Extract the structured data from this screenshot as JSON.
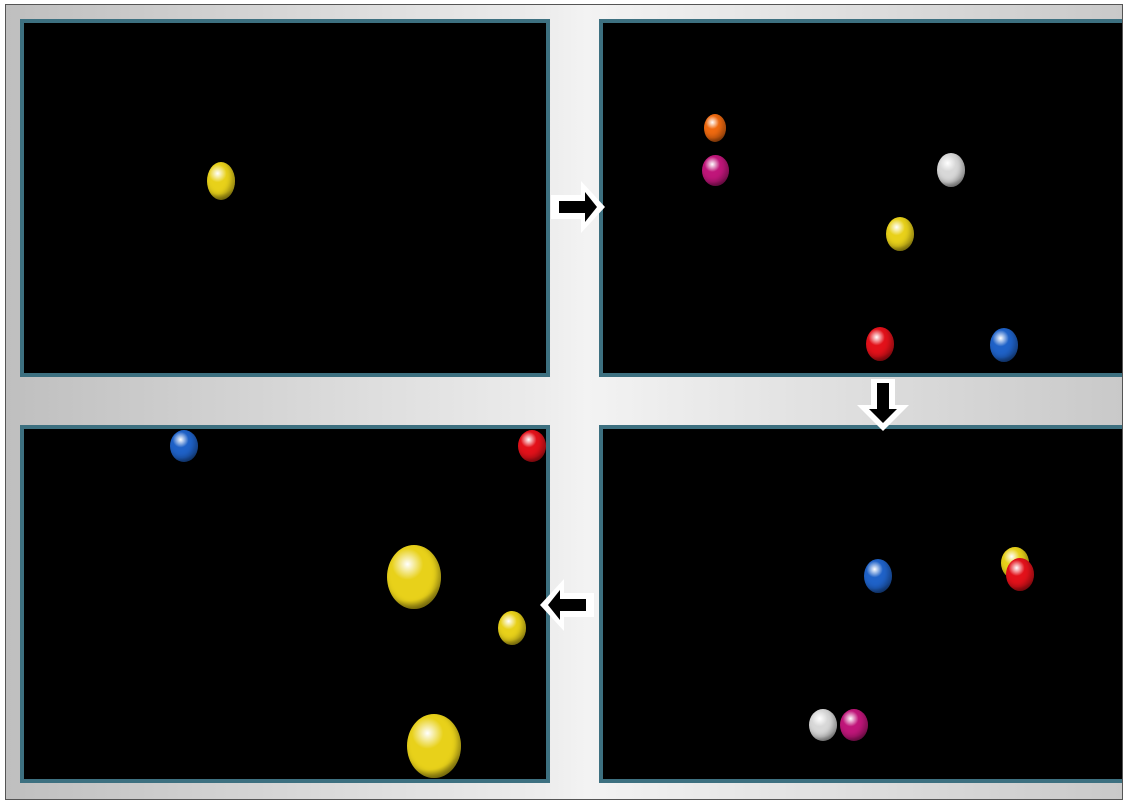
{
  "colors": {
    "yellow": "#e8d11a",
    "orange": "#f06a10",
    "magenta": "#c0167a",
    "white": "#d8d8d8",
    "red": "#e3111a",
    "blue": "#1f62c8",
    "panel_border": "#3d7080",
    "panel_bg": "#000000"
  },
  "sequence": [
    "panel-1",
    "panel-2",
    "panel-3",
    "panel-4"
  ],
  "panels": [
    {
      "name": "panel-1",
      "balls": [
        {
          "color": "yellow",
          "size": "small"
        }
      ]
    },
    {
      "name": "panel-2",
      "balls": [
        {
          "color": "orange",
          "size": "small"
        },
        {
          "color": "magenta",
          "size": "small"
        },
        {
          "color": "white",
          "size": "small"
        },
        {
          "color": "yellow",
          "size": "small"
        },
        {
          "color": "red",
          "size": "small"
        },
        {
          "color": "blue",
          "size": "small"
        }
      ]
    },
    {
      "name": "panel-3",
      "balls": [
        {
          "color": "blue",
          "size": "small"
        },
        {
          "color": "yellow",
          "size": "small"
        },
        {
          "color": "red",
          "size": "small"
        },
        {
          "color": "white",
          "size": "small"
        },
        {
          "color": "magenta",
          "size": "small"
        }
      ]
    },
    {
      "name": "panel-4",
      "balls": [
        {
          "color": "blue",
          "size": "small"
        },
        {
          "color": "red",
          "size": "small"
        },
        {
          "color": "yellow",
          "size": "large"
        },
        {
          "color": "yellow",
          "size": "small"
        },
        {
          "color": "yellow",
          "size": "large"
        }
      ]
    }
  ],
  "arrows": [
    {
      "from": "panel-1",
      "to": "panel-2",
      "direction": "right"
    },
    {
      "from": "panel-2",
      "to": "panel-3",
      "direction": "down"
    },
    {
      "from": "panel-3",
      "to": "panel-4",
      "direction": "left"
    }
  ]
}
